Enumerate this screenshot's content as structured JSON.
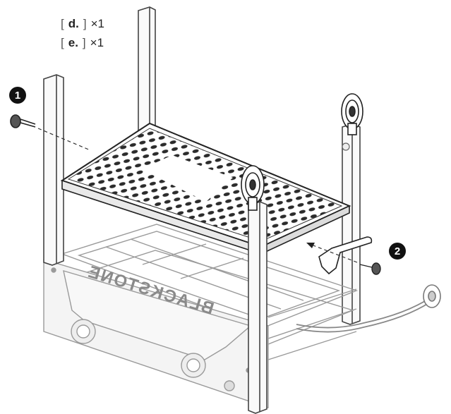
{
  "parts": [
    {
      "code": "d.",
      "qty": "×1"
    },
    {
      "code": "e.",
      "qty": "×1"
    }
  ],
  "steps": [
    {
      "number": "1"
    },
    {
      "number": "2"
    }
  ],
  "brand_text": "BLACKSTONE"
}
